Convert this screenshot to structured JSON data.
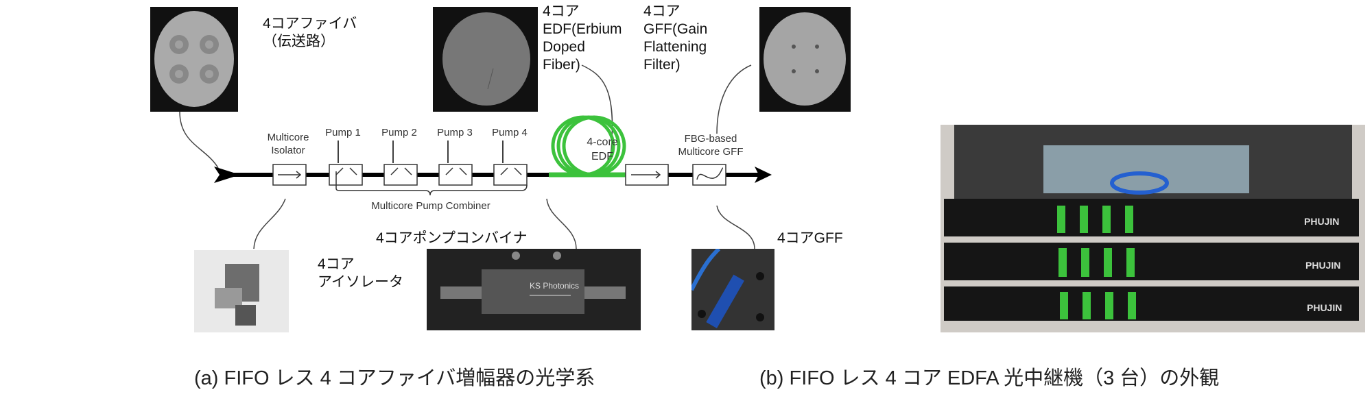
{
  "figure_a": {
    "caption": "(a) FIFO レス 4 コアファイバ増幅器の光学系",
    "labels": {
      "fiber_line1": "4コアファイバ",
      "fiber_line2": "（伝送路）",
      "edf_line1": "4コア",
      "edf_line2": "EDF(Erbium",
      "edf_line3": "Doped",
      "edf_line4": "Fiber)",
      "gff_line1": "4コア",
      "gff_line2": "GFF(Gain",
      "gff_line3": "Flattening",
      "gff_line4": "Filter)",
      "isolator_line1": "4コア",
      "isolator_line2": "アイソレータ",
      "pump_combiner_jp": "4コアポンプコンバイナ",
      "gff_photo": "4コアGFF"
    },
    "diagram": {
      "isolator_line1": "Multicore",
      "isolator_line2": "Isolator",
      "pumps": [
        "Pump 1",
        "Pump 2",
        "Pump 3",
        "Pump 4"
      ],
      "edf_line1": "4-core",
      "edf_line2": "EDF",
      "gff_line1": "FBG-based",
      "gff_line2": "Multicore GFF",
      "combiner": "Multicore Pump Combiner"
    },
    "photo_text": {
      "ks": "KS Photonics"
    },
    "colors": {
      "edf_green": "#3cc23c"
    }
  },
  "figure_b": {
    "caption": "(b) FIFO レス 4 コア EDFA 光中継機（3 台）の外観",
    "brand": "PHUJIN"
  }
}
